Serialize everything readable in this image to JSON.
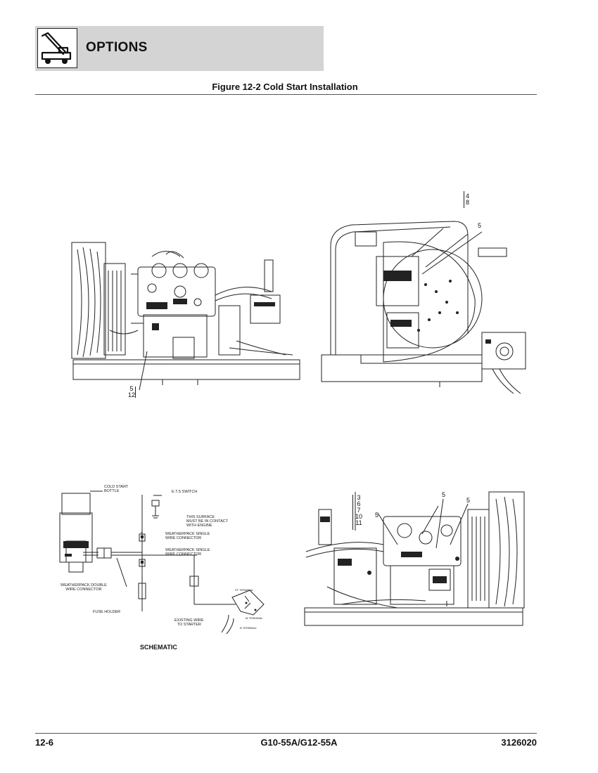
{
  "header": {
    "section_title": "OPTIONS",
    "logo_icon": "boom-lift-icon"
  },
  "figure_title": "Figure 12-2 Cold Start Installation",
  "views": {
    "top_left_callouts": [
      "5",
      "12"
    ],
    "top_right_callouts_a": [
      "4",
      "8"
    ],
    "top_right_callout_b": "5",
    "bottom_right_callouts_stack": [
      "3",
      "6",
      "7",
      "10",
      "11"
    ],
    "bottom_right_callout_a": "5",
    "bottom_right_callout_b": "5",
    "bottom_right_callout_c": "5"
  },
  "schematic": {
    "title": "SCHEMATIC",
    "labels": {
      "cold_start_bottle": [
        "COLD START",
        "BOTTLE"
      ],
      "ets_switch": "E.T.S SWITCH",
      "surface_note": [
        "THIS SURFACE",
        "MUST BE IN CONTACT",
        "WITH ENGINE"
      ],
      "wp_single_1": [
        "WEATHERPACK SINGLE",
        "WIRE CONNECTOR"
      ],
      "wp_single_2": [
        "WEATHERPACK SINGLE",
        "WIRE CONNECTOR"
      ],
      "wp_double": [
        "WEATHERPACK DOUBLE",
        "WIRE CONNECTOR"
      ],
      "fuse_holder": "FUSE HOLDER",
      "existing_wire": [
        "EXISTING WIRE",
        "TO STARTER"
      ],
      "st_terminal": "ST TERMINAL",
      "m_terminal": "M TERMINAL",
      "b_terminal": "B TERMINAL"
    }
  },
  "footer": {
    "page_number": "12-6",
    "model": "G10-55A/G12-55A",
    "doc_number": "3126020"
  }
}
